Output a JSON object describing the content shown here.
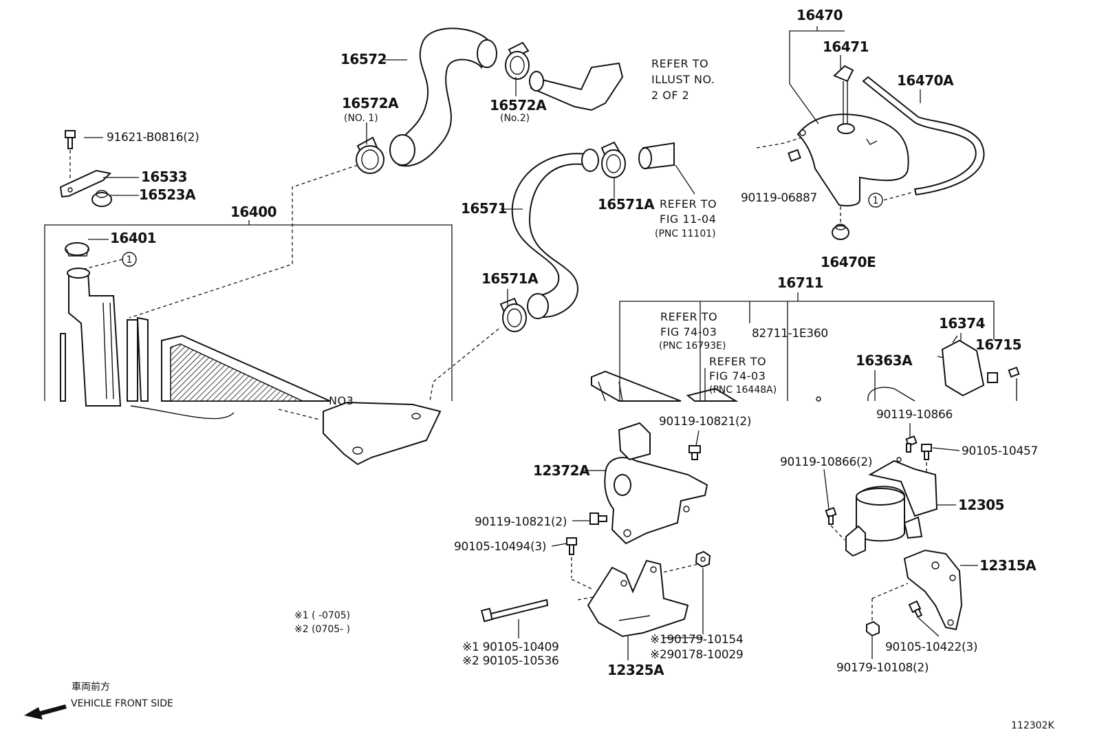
{
  "diagram": {
    "figure_id": "112302K",
    "part_numbers": {
      "p16572": "16572",
      "p16572a_no1": "16572A",
      "p16572a_no1_note": "(NO. 1)",
      "p16572a_no2": "16572A",
      "p16572a_no2_note": "(No.2)",
      "p91621": "91621-B0816(2)",
      "p16533": "16533",
      "p16523a": "16523A",
      "p16400": "16400",
      "p16401": "16401",
      "p16571": "16571",
      "p16571a_top": "16571A",
      "p16571a_mid": "16571A",
      "p16470": "16470",
      "p16471": "16471",
      "p16470a": "16470A",
      "p90119_06887": "90119-06887",
      "p16470e": "16470E",
      "p16711": "16711",
      "p82711": "82711-1E360",
      "p16374": "16374",
      "p16715": "16715",
      "p16363a": "16363A",
      "p90119_10821_top": "90119-10821(2)",
      "p12372a": "12372A",
      "p90119_10821_left": "90119-10821(2)",
      "p90105_10494": "90105-10494(3)",
      "p90119_10866": "90119-10866",
      "p90105_10457": "90105-10457",
      "p90119_10866_2": "90119-10866(2)",
      "p12305": "12305",
      "p12315a": "12315A",
      "p90105_10422": "90105-10422(3)",
      "p90179_10108": "90179-10108(2)",
      "p12325a": "12325A",
      "p90105_10409": "※1 90105-10409",
      "p90105_10536": "※2 90105-10536",
      "p90179_10154": "※190179-10154",
      "p90178_10029": "※290178-10029"
    },
    "notes": {
      "refer_illust_1": "REFER TO",
      "refer_illust_2": "ILLUST NO.",
      "refer_illust_3": "2 OF 2",
      "refer_fig1104_1": "REFER TO",
      "refer_fig1104_2": "FIG 11-04",
      "refer_fig1104_3": "(PNC 11101)",
      "refer_fig7403a_1": "REFER TO",
      "refer_fig7403a_2": "FIG 74-03",
      "refer_fig7403a_3": "(PNC 16793E)",
      "refer_fig7403b_1": "REFER TO",
      "refer_fig7403b_2": "FIG 74-03",
      "refer_fig7403b_3": "(PNC 16448A)",
      "no3": "NO3",
      "circle_ref": "1",
      "legend_1": "※1 (      -0705)",
      "legend_2": "※2 (0705-      )",
      "front_jp": "車両前方",
      "front_en": "VEHICLE FRONT SIDE"
    }
  }
}
